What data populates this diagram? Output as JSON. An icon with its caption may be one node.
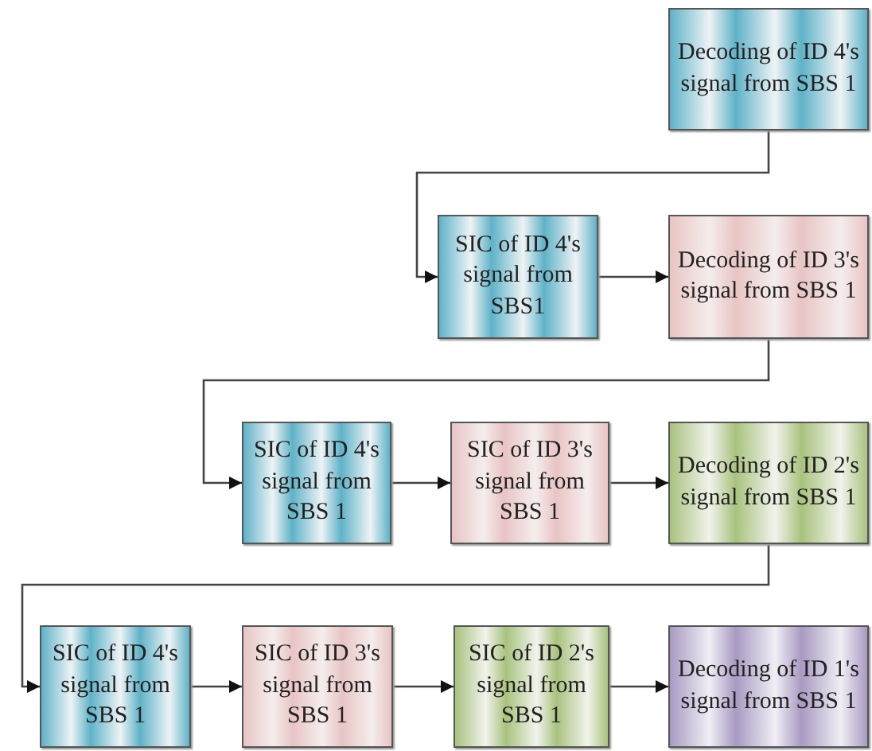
{
  "diagram": {
    "nodes": [
      {
        "text": [
          "Decoding of ID 4's signal from SBS 1"
        ]
      },
      {
        "text": [
          "SIC of ID 4's signal from SBS1"
        ]
      },
      {
        "text": [
          "Decoding of ID 3's signal from SBS 1"
        ]
      },
      {
        "text": [
          "SIC of ID 4's signal from SBS 1"
        ]
      },
      {
        "text": [
          "SIC of ID 3's signal from SBS 1"
        ]
      },
      {
        "text": [
          "Decoding of ID 2's signal from SBS 1"
        ]
      },
      {
        "text": [
          "SIC of ID 4's signal from SBS 1"
        ]
      },
      {
        "text": [
          "SIC of ID 3's signal from SBS 1"
        ]
      },
      {
        "text": [
          "SIC of ID 2's signal from SBS 1"
        ]
      },
      {
        "text": [
          "Decoding of ID 1's signal from SBS 1"
        ]
      }
    ],
    "edges": [
      {
        "from": 0,
        "to": 1,
        "arrow": "to"
      },
      {
        "from": 1,
        "to": 2,
        "arrow": "to"
      },
      {
        "from": 2,
        "to": 3,
        "arrow": "to"
      },
      {
        "from": 3,
        "to": 4,
        "arrow": "to"
      },
      {
        "from": 4,
        "to": 5,
        "arrow": "to"
      },
      {
        "from": 5,
        "to": 6,
        "arrow": "to"
      },
      {
        "from": 6,
        "to": 7,
        "arrow": "to"
      },
      {
        "from": 7,
        "to": 8,
        "arrow": "to"
      },
      {
        "from": 8,
        "to": 9,
        "arrow": "to"
      }
    ]
  }
}
